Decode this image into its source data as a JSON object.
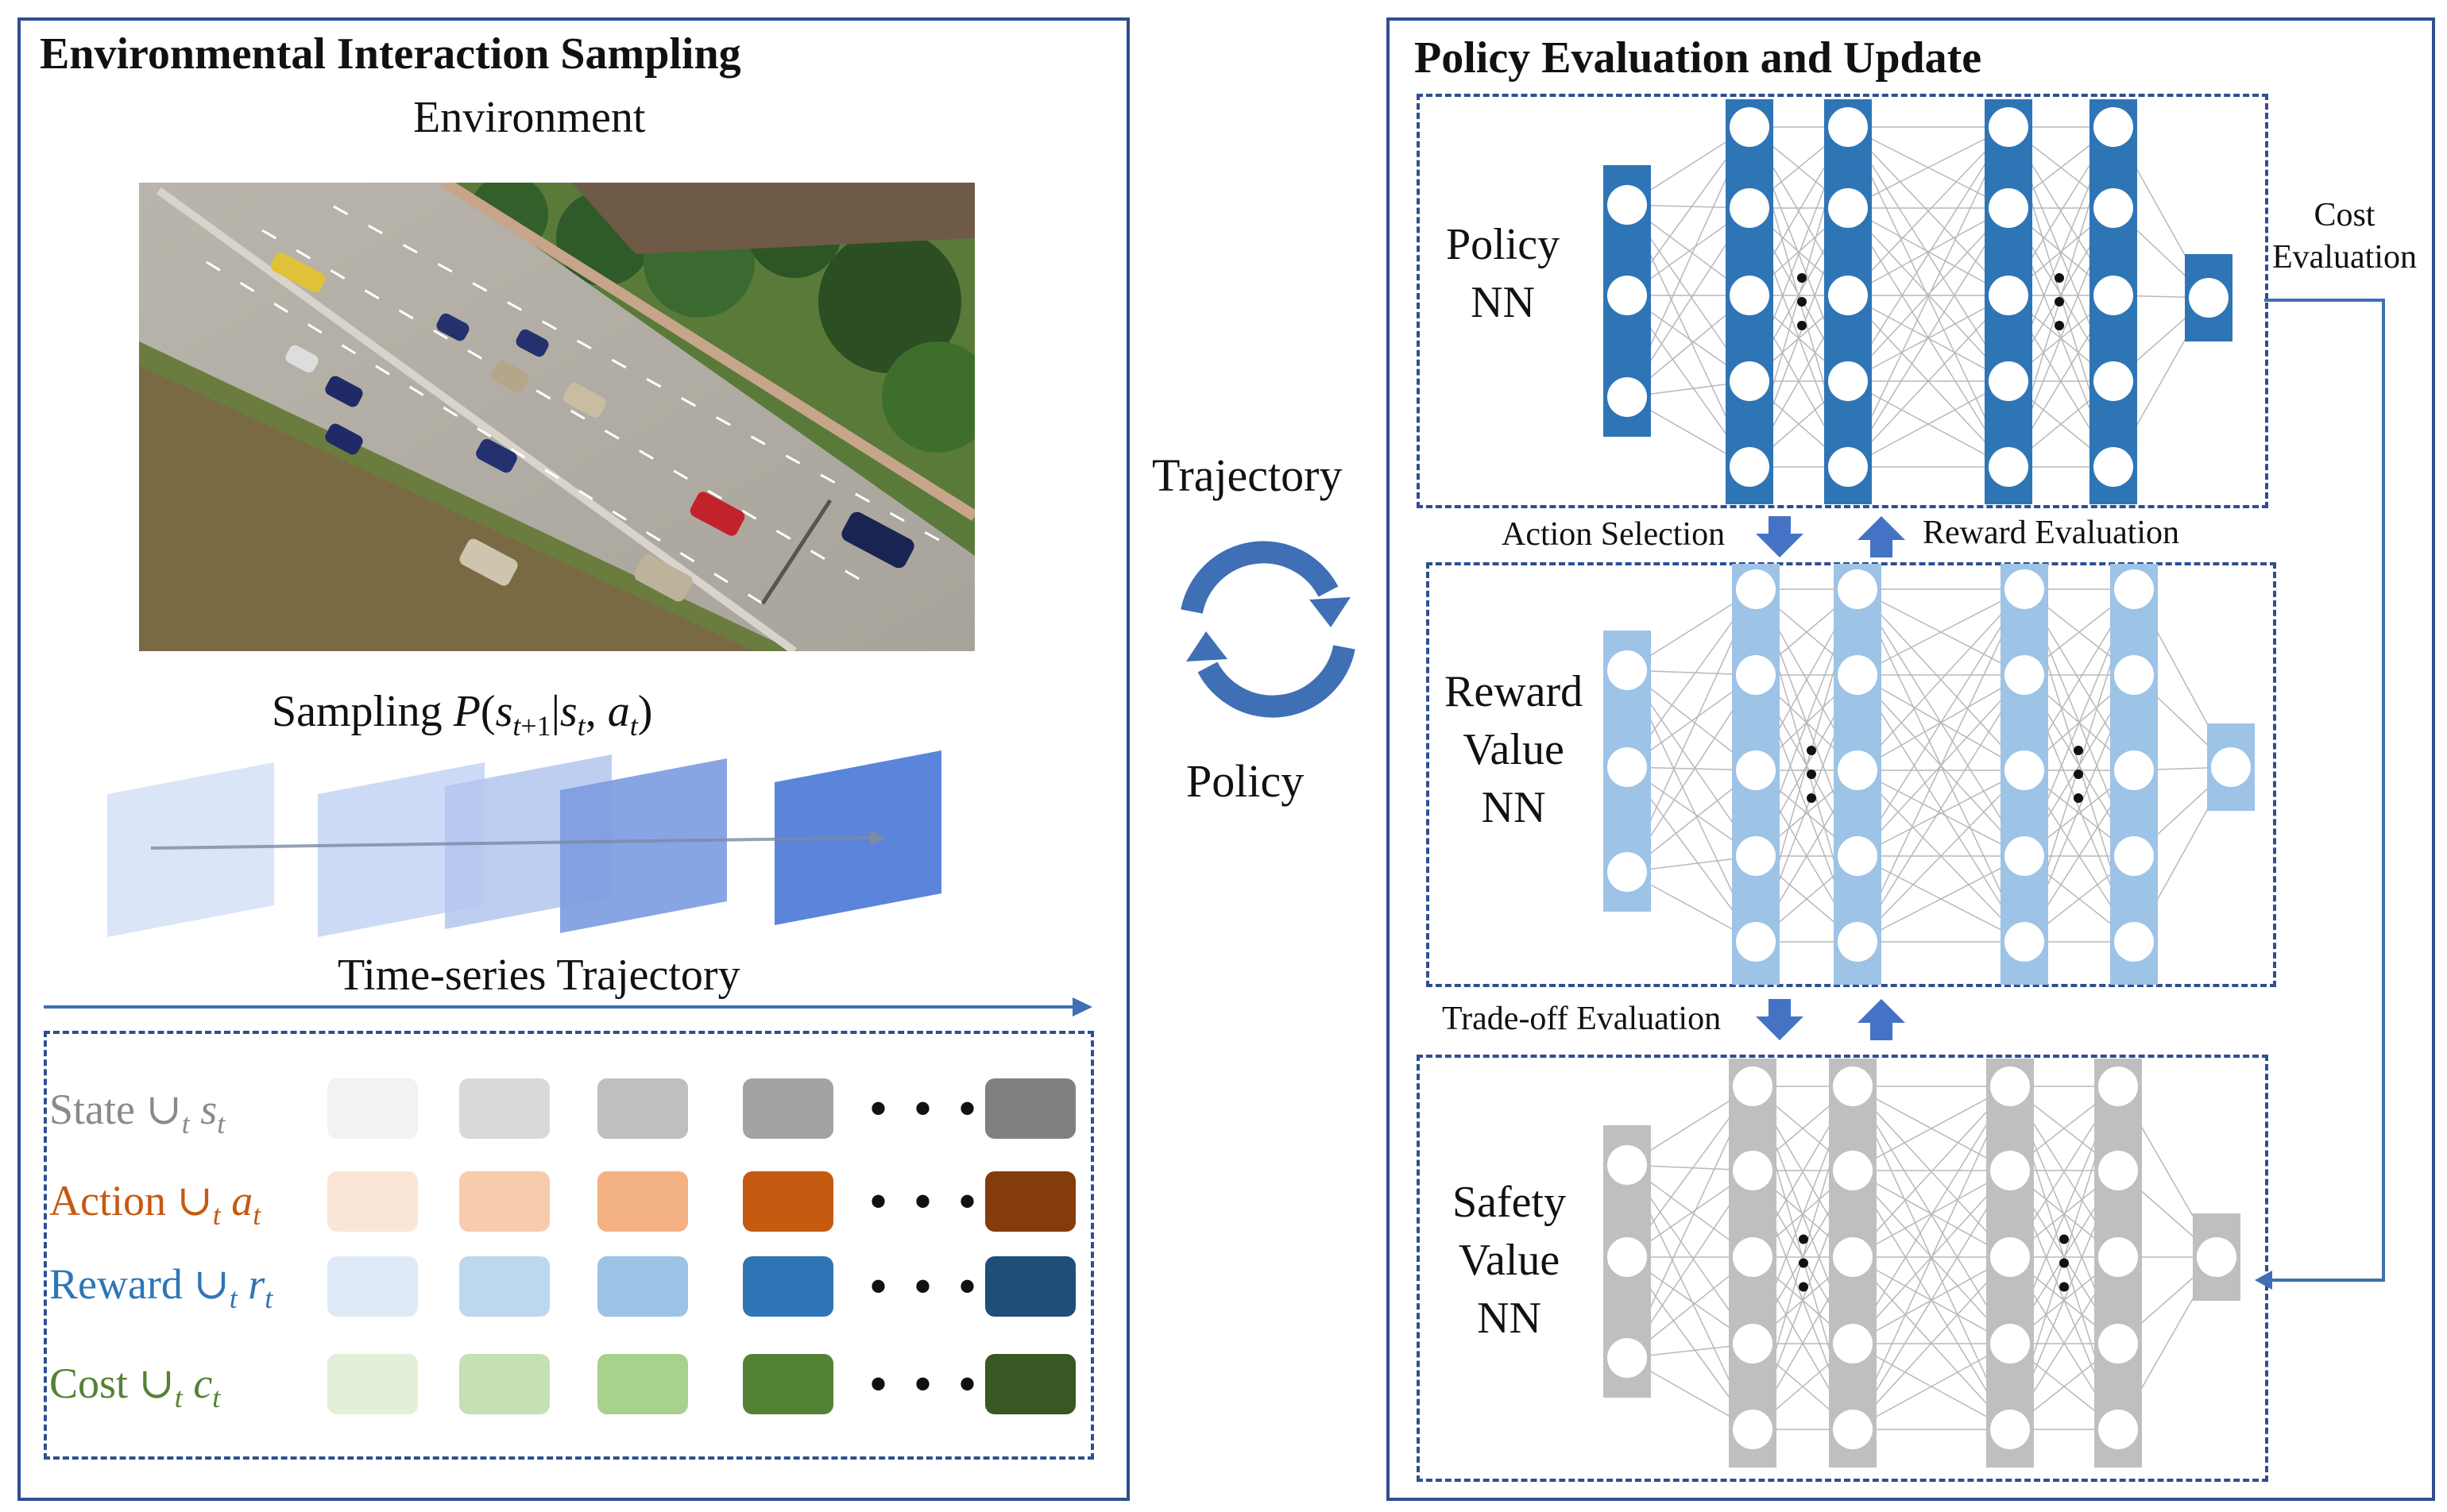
{
  "left_panel": {
    "title": "Environmental Interaction Sampling",
    "environment_label": "Environment",
    "sampling_label": "Sampling P(s_{t+1}|s_t, a_t)",
    "sampling_text": "Sampling",
    "time_series_label": "Time-series Trajectory",
    "rows": [
      {
        "name": "State",
        "symbol": "s",
        "color": "#8a8a8a",
        "swatches": [
          "#f2f2f2",
          "#d9d9d9",
          "#bfbfbf",
          "#a3a3a3",
          "#808080"
        ]
      },
      {
        "name": "Action",
        "symbol": "a",
        "color": "#c55a11",
        "swatches": [
          "#fbe5d6",
          "#f8cbad",
          "#f4b183",
          "#c55a11",
          "#843c0c"
        ]
      },
      {
        "name": "Reward",
        "symbol": "r",
        "color": "#2e75b6",
        "swatches": [
          "#deebf7",
          "#bdd7ee",
          "#9dc3e6",
          "#2e75b6",
          "#1f4e79"
        ]
      },
      {
        "name": "Cost",
        "symbol": "c",
        "color": "#548235",
        "swatches": [
          "#e2f0d9",
          "#c5e0b4",
          "#a9d18e",
          "#548235",
          "#385723"
        ]
      }
    ],
    "ellipsis": "• • •"
  },
  "middle": {
    "trajectory_label": "Trajectory",
    "policy_label": "Policy"
  },
  "right_panel": {
    "title": "Policy Evaluation and Update",
    "policy_nn": [
      "Policy",
      "NN"
    ],
    "reward_nn": [
      "Reward",
      "Value",
      "NN"
    ],
    "safety_nn": [
      "Safety",
      "Value",
      "NN"
    ],
    "action_selection": "Action Selection",
    "reward_evaluation": "Reward Evaluation",
    "tradeoff_evaluation": "Trade-off Evaluation",
    "cost_evaluation": [
      "Cost",
      "Evaluation"
    ]
  },
  "colors": {
    "panel_border": "#2f4f8f",
    "policy_nn": "#2e75b6",
    "reward_nn": "#9dc3e6",
    "safety_nn": "#bfbfbf",
    "arrow": "#4472c4"
  }
}
